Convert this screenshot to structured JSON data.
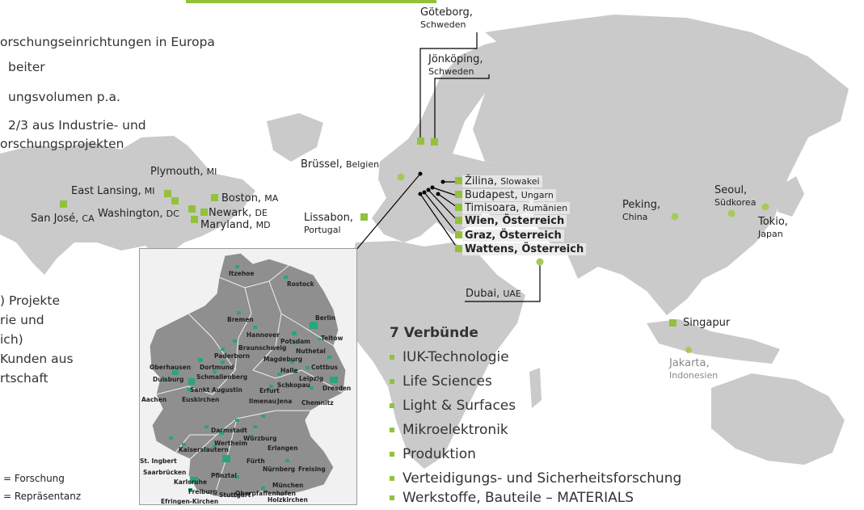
{
  "stats": {
    "line1": "orschungseinrichtungen in Europa",
    "line2": "beiter",
    "line3": "ungsvolumen p.a.",
    "line4": "2/3 aus Industrie- und",
    "line5": "orschungsprojekten"
  },
  "projects": {
    "line1": ") Projekte",
    "line2": "rie und",
    "line3": "ich)",
    "line4": "Kunden aus",
    "line5": "rtschaft"
  },
  "legend": {
    "research": "= Forschung",
    "representation": "= Repräsentanz"
  },
  "cities": {
    "goteborg": {
      "name": "Göteborg,",
      "country": "Schweden"
    },
    "jonkoping": {
      "name": "Jönköping,",
      "country": "Schweden"
    },
    "brussel": {
      "name": "Brüssel,",
      "country": "Belgien"
    },
    "zilina": {
      "name": "Žilina,",
      "country": "Slowakei"
    },
    "budapest": {
      "name": "Budapest,",
      "country": "Ungarn"
    },
    "timisoara": {
      "name": "Timisoara,",
      "country": "Rumänien"
    },
    "wien": {
      "name": "Wien, Österreich"
    },
    "graz": {
      "name": "Graz, Österreich"
    },
    "wattens": {
      "name": "Wattens, Österreich"
    },
    "lissabon": {
      "name": "Lissabon,",
      "country": "Portugal"
    },
    "dubai": {
      "name": "Dubai,",
      "country": "UAE"
    },
    "peking": {
      "name": "Peking,",
      "country": "China"
    },
    "seoul": {
      "name": "Seoul,",
      "country": "Südkorea"
    },
    "tokio": {
      "name": "Tokio,",
      "country": "Japan"
    },
    "singapur": {
      "name": "Singapur"
    },
    "jakarta": {
      "name": "Jakarta,",
      "country": "Indonesien"
    },
    "plymouth": {
      "name": "Plymouth,",
      "country": "MI"
    },
    "east_lansing": {
      "name": "East Lansing,",
      "country": "MI"
    },
    "boston": {
      "name": "Boston,",
      "country": "MA"
    },
    "washington": {
      "name": "Washington,",
      "country": "DC"
    },
    "newark": {
      "name": "Newark,",
      "country": "DE"
    },
    "maryland": {
      "name": "Maryland,",
      "country": "MD"
    },
    "san_jose": {
      "name": "San José,",
      "country": "CA"
    }
  },
  "germany": {
    "itzehoe": "Itzehoe",
    "rostock": "Rostock",
    "bremen": "Bremen",
    "berlin": "Berlin",
    "hannover": "Hannover",
    "potsdam": "Potsdam",
    "teltow": "Teltow",
    "braunschweig": "Braunschweig",
    "nuthetal": "Nuthetal",
    "paderborn": "Paderborn",
    "magdeburg": "Magdeburg",
    "oberhausen": "Oberhausen",
    "dortmund": "Dortmund",
    "cottbus": "Cottbus",
    "halle": "Halle",
    "duisburg": "Duisburg",
    "schmallenberg": "Schmallenberg",
    "leipzig": "Leipzig",
    "schkopau": "Schkopau",
    "sankt_augustin": "Sankt Augustin",
    "erfurt": "Erfurt",
    "dresden": "Dresden",
    "aachen": "Aachen",
    "euskirchen": "Euskirchen",
    "ilmenau": "Ilmenau",
    "jena": "Jena",
    "chemnitz": "Chemnitz",
    "darmstadt": "Darmstadt",
    "wurzburg": "Würzburg",
    "wertheim": "Wertheim",
    "kaiserslautern": "Kaiserslautern",
    "erlangen": "Erlangen",
    "st_ingbert": "St. Ingbert",
    "furth": "Fürth",
    "saarbrucken": "Saarbrücken",
    "nurnberg": "Nürnberg",
    "pfinztal": "Pfinztal",
    "karlsruhe": "Karlsruhe",
    "stuttgart": "Stuttgart",
    "freising": "Freising",
    "munchen": "München",
    "freiburg": "Freiburg",
    "oberpfaffenhofen": "Oberpfaffenhofen",
    "efringen_kirchen": "Efringen-Kirchen",
    "holzkirchen": "Holzkirchen"
  },
  "verbuende": {
    "title": "7 Verbünde",
    "items": [
      "IUK-Technologie",
      "Life Sciences",
      "Light & Surfaces",
      "Mikroelektronik",
      "Produktion",
      "Verteidigungs- und Sicherheitsforschung",
      "Werkstoffe, Bauteile – MATERIALS"
    ]
  },
  "colors": {
    "land": "#c9c9c9",
    "research_marker": "#93c13c",
    "representation_marker": "#a8c95a",
    "germany_land": "#8f8f8f",
    "germany_marker": "#2aa57a"
  }
}
